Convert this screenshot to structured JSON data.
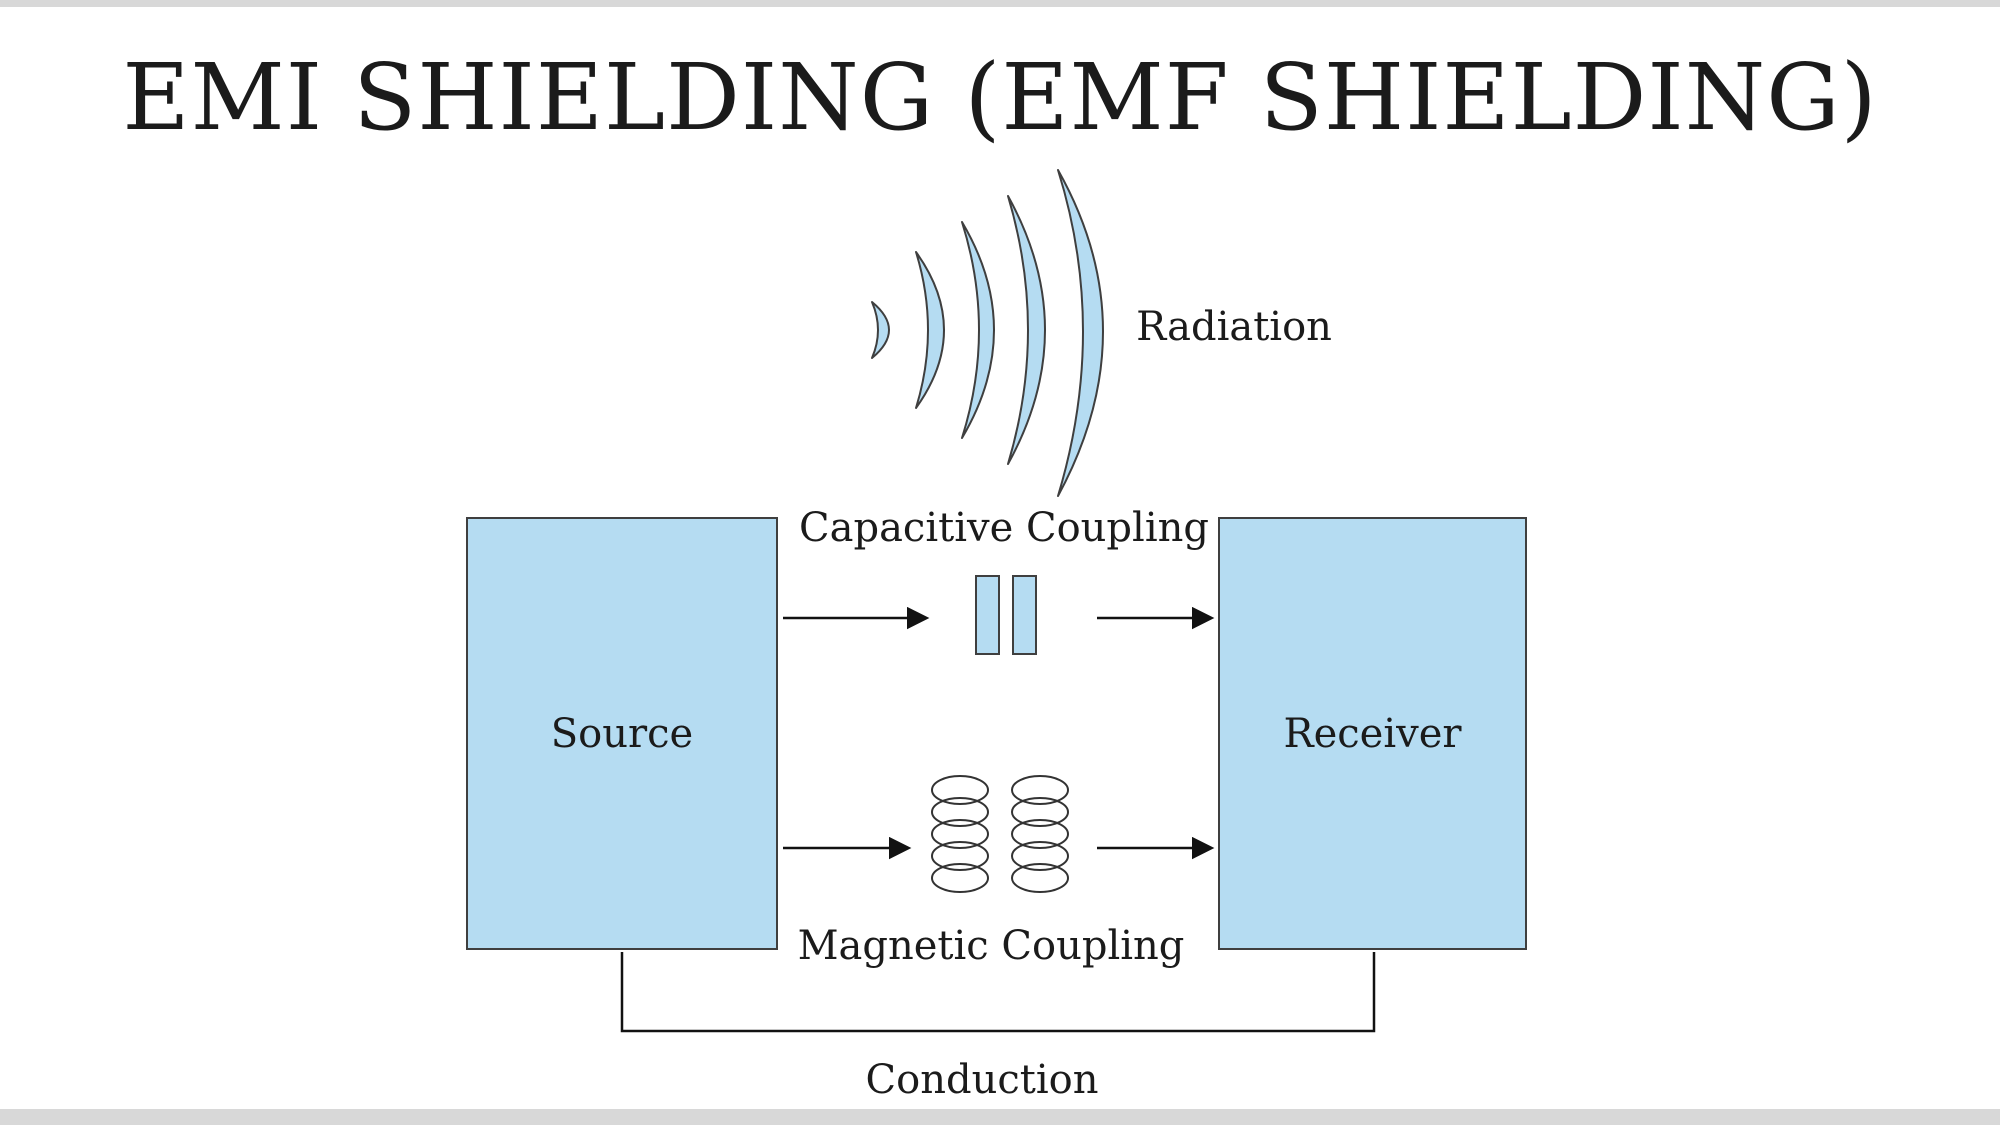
{
  "title": "EMI SHIELDING (EMF SHIELDING)",
  "labels": {
    "radiation": "Radiation",
    "capacitive_coupling": "Capacitive Coupling",
    "magnetic_coupling": "Magnetic Coupling",
    "conduction": "Conduction",
    "source": "Source",
    "receiver": "Receiver"
  },
  "colors": {
    "fill_blue": "#b5dcf2",
    "stroke_dark": "#3f3f3f",
    "line_black": "#121212",
    "background": "#ffffff",
    "edge_gray": "#d8d8d8",
    "text": "#1b1b1b"
  }
}
